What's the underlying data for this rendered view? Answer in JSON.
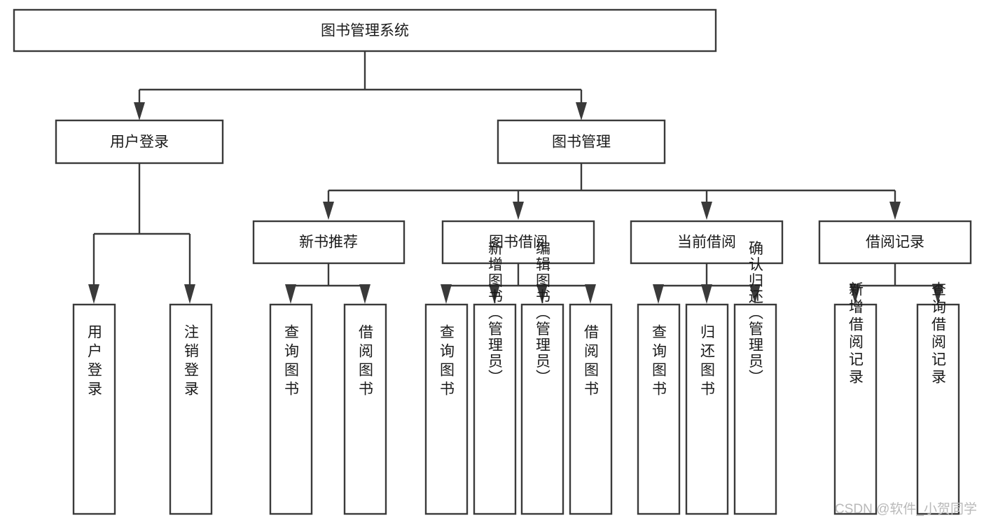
{
  "diagram": {
    "title": "图书管理系统",
    "type": "tree-hierarchy",
    "root": {
      "id": "root",
      "label": "图书管理系统",
      "orientation": "horizontal"
    },
    "level2": [
      {
        "id": "user-login",
        "label": "用户登录",
        "orientation": "horizontal"
      },
      {
        "id": "book-manage",
        "label": "图书管理",
        "orientation": "horizontal"
      }
    ],
    "level3": [
      {
        "id": "new-book-recommend",
        "label": "新书推荐",
        "orientation": "horizontal",
        "parent": "book-manage"
      },
      {
        "id": "book-borrow",
        "label": "图书借阅",
        "orientation": "horizontal",
        "parent": "book-manage"
      },
      {
        "id": "current-borrow",
        "label": "当前借阅",
        "orientation": "horizontal",
        "parent": "book-manage"
      },
      {
        "id": "borrow-record",
        "label": "借阅记录",
        "orientation": "horizontal",
        "parent": "book-manage"
      }
    ],
    "leaves": [
      {
        "id": "leaf-user-login",
        "label": "用户登录",
        "parent": "user-login",
        "orientation": "vertical"
      },
      {
        "id": "leaf-user-logout",
        "label": "注销登录",
        "parent": "user-login",
        "orientation": "vertical"
      },
      {
        "id": "leaf-query-book-1",
        "label": "查询图书",
        "parent": "new-book-recommend",
        "orientation": "vertical"
      },
      {
        "id": "leaf-borrow-book-1",
        "label": "借阅图书",
        "parent": "new-book-recommend",
        "orientation": "vertical"
      },
      {
        "id": "leaf-query-book-2",
        "label": "查询图书",
        "parent": "book-borrow",
        "orientation": "vertical"
      },
      {
        "id": "leaf-add-book",
        "label": "新增图书（管理员）",
        "parent": "book-borrow",
        "orientation": "vertical"
      },
      {
        "id": "leaf-edit-book",
        "label": "编辑图书（管理员）",
        "parent": "book-borrow",
        "orientation": "vertical"
      },
      {
        "id": "leaf-borrow-book-2",
        "label": "借阅图书",
        "parent": "book-borrow",
        "orientation": "vertical"
      },
      {
        "id": "leaf-query-book-3",
        "label": "查询图书",
        "parent": "current-borrow",
        "orientation": "vertical"
      },
      {
        "id": "leaf-return-book",
        "label": "归还图书",
        "parent": "current-borrow",
        "orientation": "vertical"
      },
      {
        "id": "leaf-confirm-return",
        "label": "确认归还（管理员）",
        "parent": "current-borrow",
        "orientation": "vertical"
      },
      {
        "id": "leaf-add-record",
        "label": "新增借阅记录",
        "parent": "borrow-record",
        "orientation": "vertical"
      },
      {
        "id": "leaf-query-record",
        "label": "查询借阅记录",
        "parent": "borrow-record",
        "orientation": "vertical"
      }
    ],
    "watermark": "CSDN @软件_小贺同学",
    "colors": {
      "box_stroke": "#3a3a3a",
      "box_fill": "#ffffff",
      "text": "#1a1a1a",
      "edge": "#3a3a3a",
      "watermark": "#b9b9b9",
      "background": "#ffffff"
    }
  }
}
